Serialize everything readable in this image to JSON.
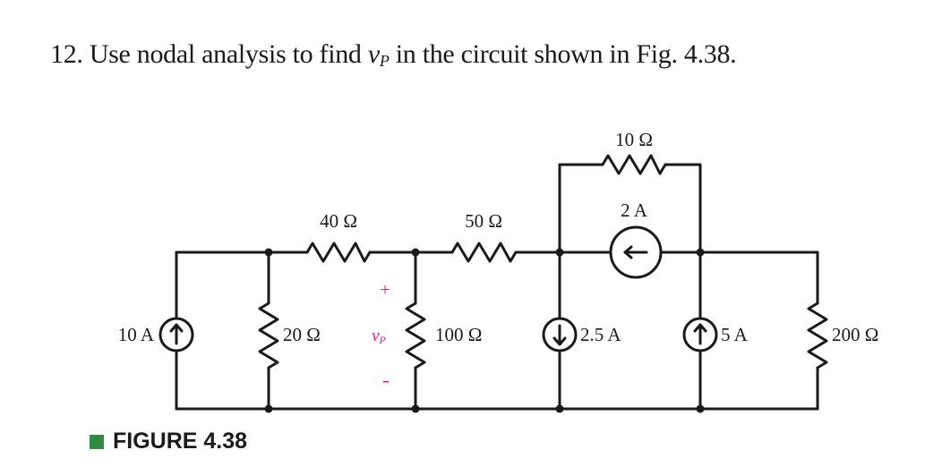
{
  "problem": {
    "number": "12.",
    "text_before": "Use nodal analysis to find",
    "var": "v",
    "var_sub": "P",
    "text_after": "in the circuit shown in Fig. 4.38."
  },
  "caption": {
    "label": "FIGURE 4.38",
    "color": "#2e8b3f"
  },
  "circuit": {
    "sources": {
      "s10": "10 A",
      "s25": "2.5 A",
      "s5": "5 A",
      "s2": "2 A"
    },
    "resistors": {
      "r40": "40 Ω",
      "r50": "50 Ω",
      "r10": "10 Ω",
      "r20": "20 Ω",
      "r100": "100 Ω",
      "r200": "200 Ω"
    },
    "vp": {
      "var": "v",
      "sub": "P",
      "plus": "+",
      "minus": "-",
      "color": "#d0208c"
    }
  }
}
